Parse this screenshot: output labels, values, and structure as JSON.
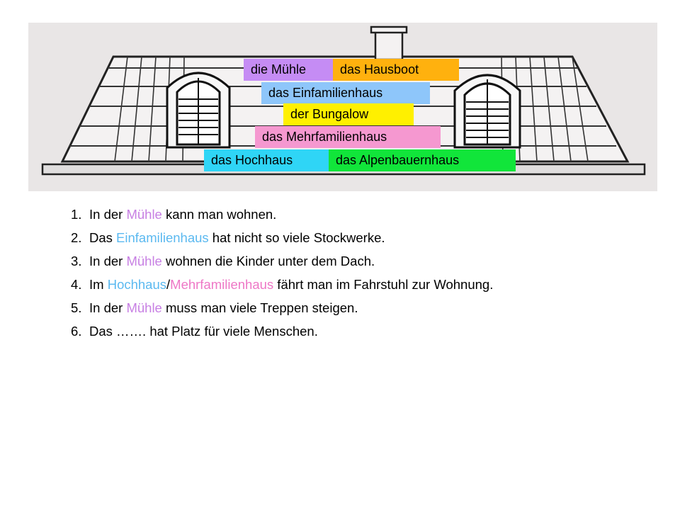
{
  "labels": {
    "muehle": {
      "text": "die Mühle",
      "color": "#c58cf4"
    },
    "hausboot": {
      "text": "das Hausboot",
      "color": "#ffb10e"
    },
    "einfamilienhaus": {
      "text": "das Einfamilienhaus",
      "color": "#8ec6fa"
    },
    "bungalow": {
      "text": "der Bungalow",
      "color": "#fff000"
    },
    "mehrfamilienhaus": {
      "text": "das Mehrfamilienhaus",
      "color": "#f598d0"
    },
    "hochhaus": {
      "text": "das Hochhaus",
      "color": "#2fd5f6"
    },
    "alpenbauernhaus": {
      "text": "das Alpenbauernhaus",
      "color": "#11e53a"
    }
  },
  "sentences": [
    {
      "num": "1.",
      "pre": "In der ",
      "word": "Mühle",
      "post": " kann man wohnen."
    },
    {
      "num": "2.",
      "pre": "Das ",
      "word": "Einfamilienhaus",
      "post": " hat nicht so viele Stockwerke."
    },
    {
      "num": "3.",
      "pre": "In der ",
      "word": "Mühle",
      "post": " wohnen die Kinder unter dem Dach."
    },
    {
      "num": "4.",
      "pre": "Im ",
      "word": "Hochhaus",
      "sep": "/",
      "word2": "Mehrfamilienhaus",
      "post": " fährt man im Fahrstuhl zur Wohnung."
    },
    {
      "num": "5.",
      "pre": "In der ",
      "word": "Mühle",
      "post": " muss man viele Treppen steigen."
    },
    {
      "num": "6.",
      "text": "Das ……. hat Platz für viele Menschen."
    }
  ]
}
